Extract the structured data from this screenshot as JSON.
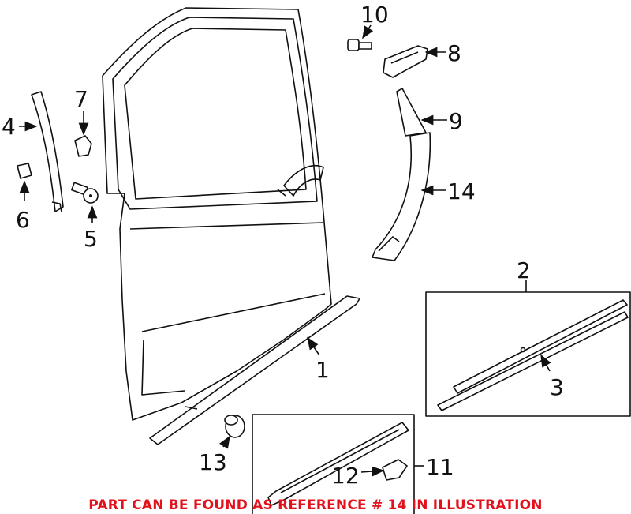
{
  "callouts": [
    "1",
    "2",
    "3",
    "4",
    "5",
    "6",
    "7",
    "8",
    "9",
    "10",
    "11",
    "12",
    "13",
    "14"
  ],
  "note": "PART CAN BE FOUND AS REFERENCE # 14 IN ILLUSTRATION",
  "colors": {
    "note": "#e3111c",
    "lines": "#111111"
  }
}
